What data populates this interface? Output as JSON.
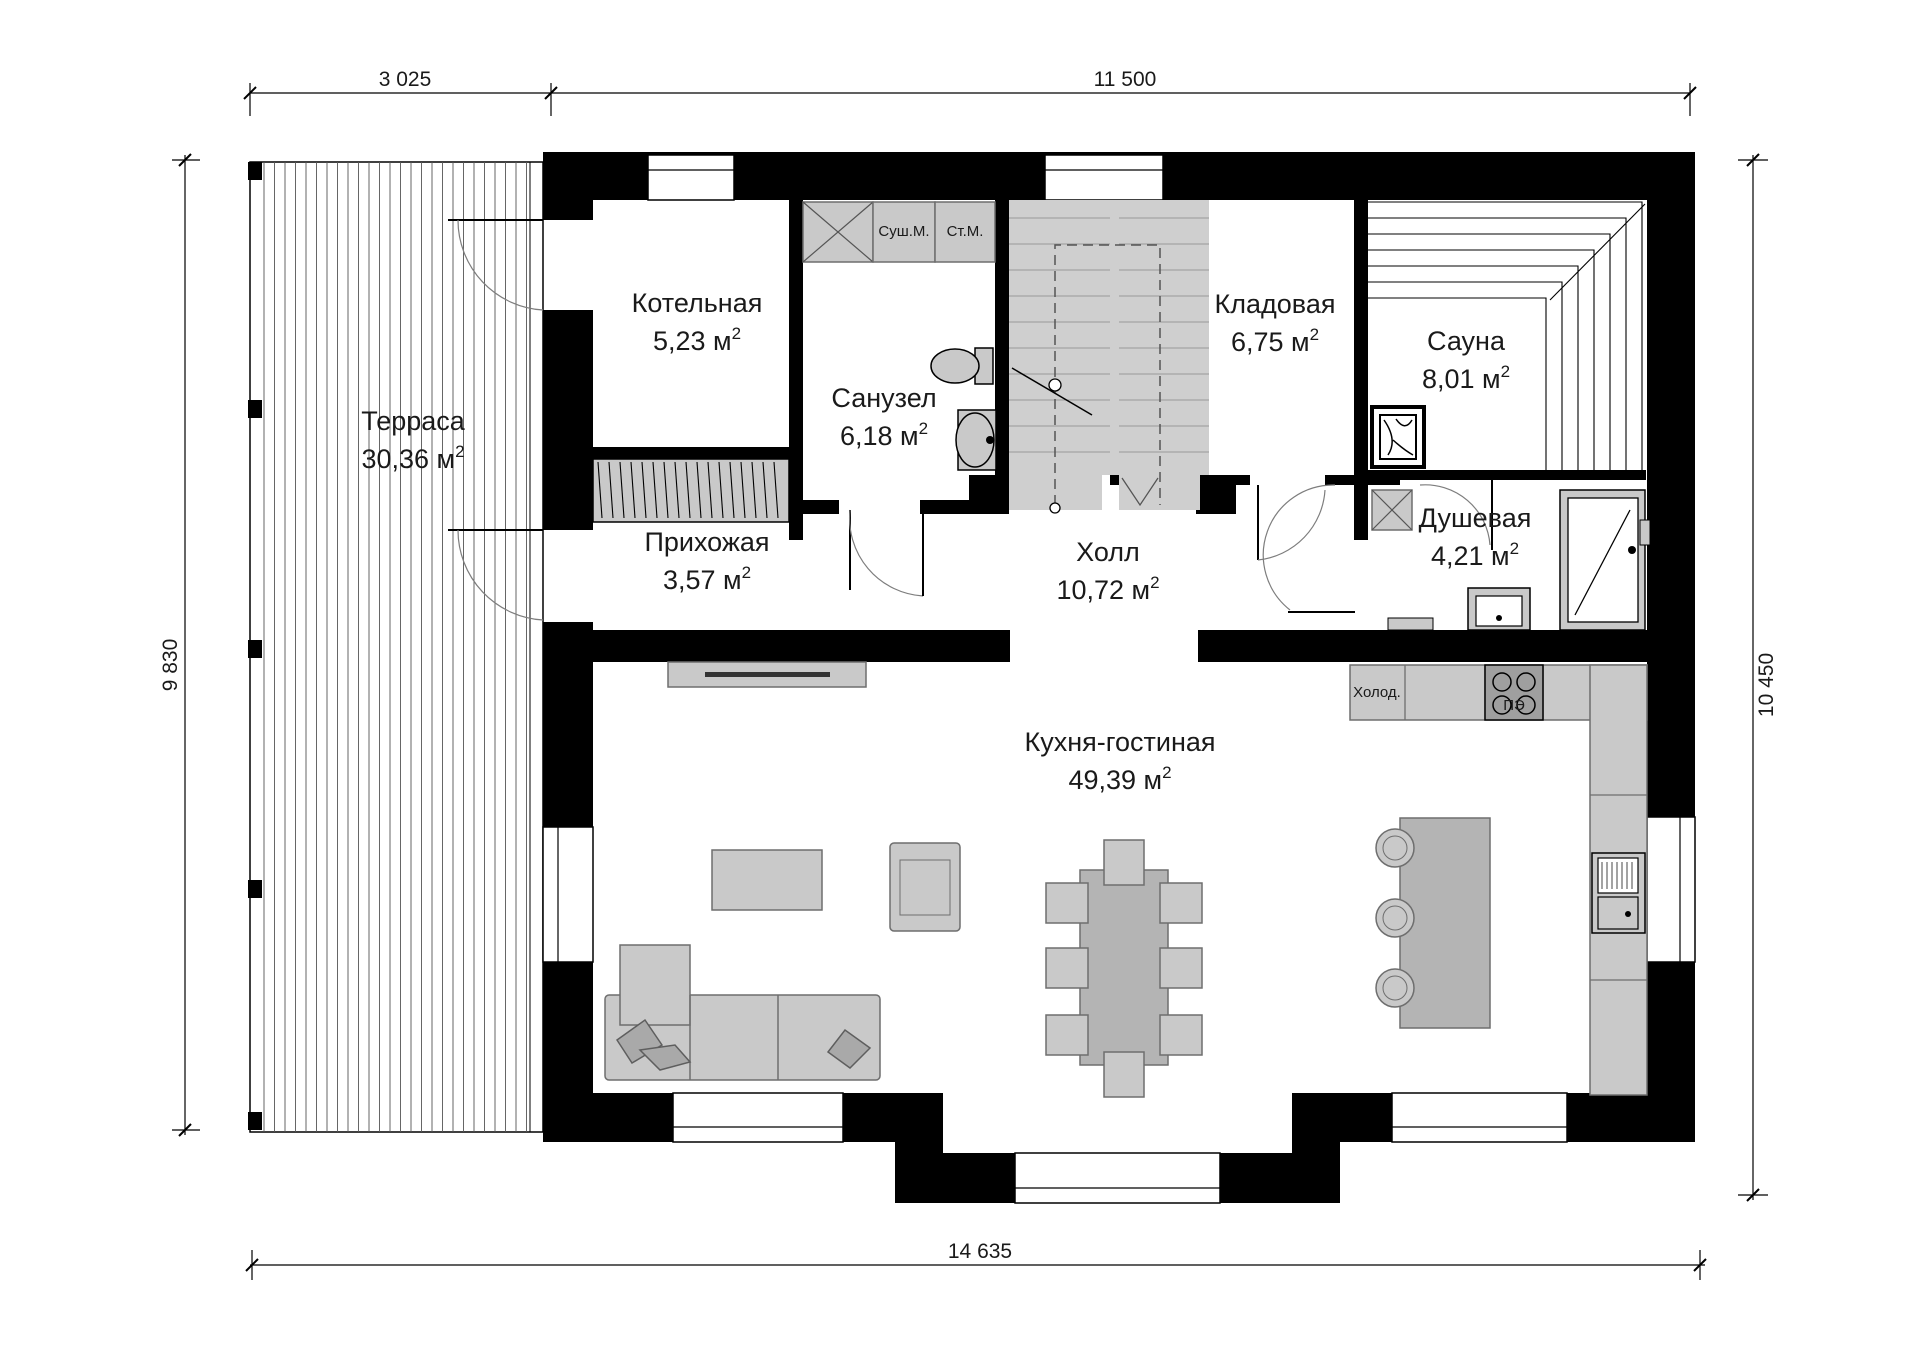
{
  "rooms": [
    {
      "name": "Котельная",
      "area": "5,23 м",
      "sup": "2"
    },
    {
      "name": "Санузел",
      "area": "6,18 м",
      "sup": "2"
    },
    {
      "name": "Кладовая",
      "area": "6,75 м",
      "sup": "2"
    },
    {
      "name": "Сауна",
      "area": "8,01 м",
      "sup": "2"
    },
    {
      "name": "Терраса",
      "area": "30,36 м",
      "sup": "2"
    },
    {
      "name": "Прихожая",
      "area": "3,57 м",
      "sup": "2"
    },
    {
      "name": "Холл",
      "area": "10,72 м",
      "sup": "2"
    },
    {
      "name": "Душевая",
      "area": "4,21 м",
      "sup": "2"
    },
    {
      "name": "Кухня-гостиная",
      "area": "49,39 м",
      "sup": "2"
    }
  ],
  "dimensions": {
    "top_left": "3 025",
    "top_right": "11 500",
    "bottom": "14 635",
    "left": "9 830",
    "right": "10 450"
  },
  "appliance_labels": {
    "dryer": "Суш.М.",
    "washer": "Ст.М.",
    "fridge": "Холод.",
    "stove": "ПЭ"
  },
  "colors": {
    "wall": "#000000",
    "furniture": "#c9c9c9",
    "stairs": "#cfcfcf",
    "background": "#ffffff"
  }
}
